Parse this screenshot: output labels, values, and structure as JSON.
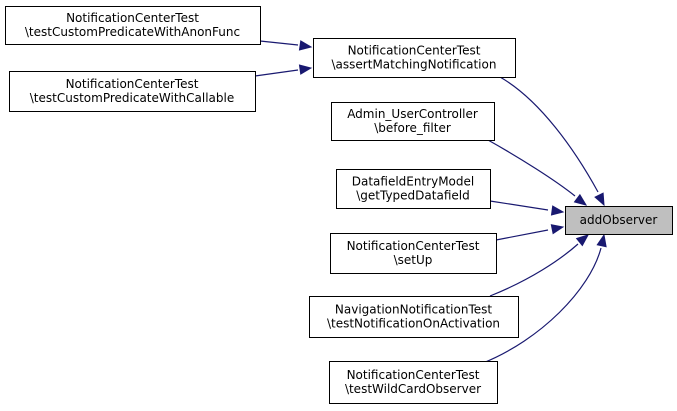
{
  "diagram": {
    "type": "call-graph",
    "colors": {
      "edge": "#191970",
      "node_border": "#000000",
      "node_fill": "#ffffff",
      "target_fill": "#bfbfbf"
    },
    "target": {
      "id": "addObserver",
      "lines": [
        "addObserver"
      ]
    },
    "nodes": [
      {
        "id": "n_anonfunc",
        "lines": [
          "NotificationCenterTest",
          "\\testCustomPredicateWithAnonFunc"
        ]
      },
      {
        "id": "n_callable",
        "lines": [
          "NotificationCenterTest",
          "\\testCustomPredicateWithCallable"
        ]
      },
      {
        "id": "n_assert",
        "lines": [
          "NotificationCenterTest",
          "\\assertMatchingNotification"
        ]
      },
      {
        "id": "n_admin",
        "lines": [
          "Admin_UserController",
          "\\before_filter"
        ]
      },
      {
        "id": "n_datafield",
        "lines": [
          "DatafieldEntryModel",
          "\\getTypedDatafield"
        ]
      },
      {
        "id": "n_setup",
        "lines": [
          "NotificationCenterTest",
          "\\setUp"
        ]
      },
      {
        "id": "n_navigation",
        "lines": [
          "NavigationNotificationTest",
          "\\testNotificationOnActivation"
        ]
      },
      {
        "id": "n_wildcard",
        "lines": [
          "NotificationCenterTest",
          "\\testWildCardObserver"
        ]
      }
    ],
    "edges": [
      {
        "from": "n_anonfunc",
        "to": "n_assert"
      },
      {
        "from": "n_callable",
        "to": "n_assert"
      },
      {
        "from": "n_assert",
        "to": "addObserver"
      },
      {
        "from": "n_admin",
        "to": "addObserver"
      },
      {
        "from": "n_datafield",
        "to": "addObserver"
      },
      {
        "from": "n_setup",
        "to": "addObserver"
      },
      {
        "from": "n_navigation",
        "to": "addObserver"
      },
      {
        "from": "n_wildcard",
        "to": "addObserver"
      }
    ]
  }
}
